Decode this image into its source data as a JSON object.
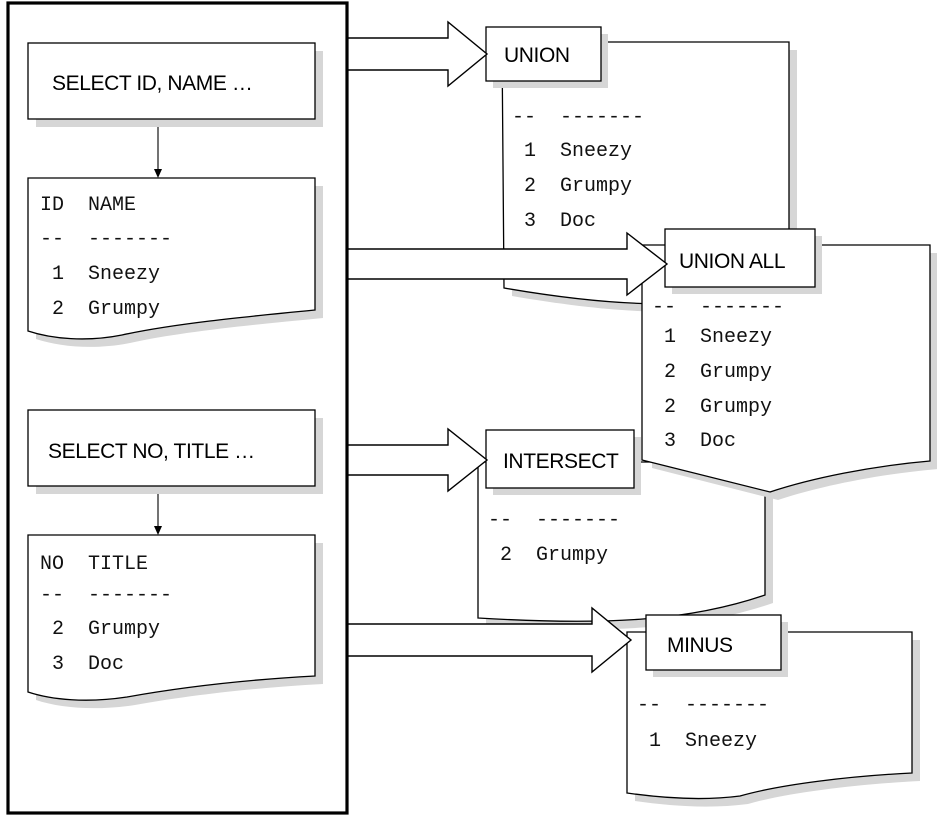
{
  "queries": {
    "query1": {
      "label": "SELECT ID, NAME …"
    },
    "query2": {
      "label": "SELECT NO, TITLE …"
    }
  },
  "tables": {
    "table1": {
      "header": "ID  NAME",
      "separator": "--  -------",
      "rows": [
        " 1  Sneezy",
        " 2  Grumpy"
      ]
    },
    "table2": {
      "header": "NO  TITLE",
      "separator": "--  -------",
      "rows": [
        " 2  Grumpy",
        " 3  Doc"
      ]
    }
  },
  "results": {
    "union": {
      "label": "UNION",
      "separator": "--  -------",
      "rows": [
        " 1  Sneezy",
        " 2  Grumpy",
        " 3  Doc"
      ]
    },
    "union_all": {
      "label": "UNION ALL",
      "separator": "--  -------",
      "rows": [
        " 1  Sneezy",
        " 2  Grumpy",
        " 2  Grumpy",
        " 3  Doc"
      ]
    },
    "intersect": {
      "label": "INTERSECT",
      "separator": "--  -------",
      "rows": [
        " 2  Grumpy"
      ]
    },
    "minus": {
      "label": "MINUS",
      "separator": "--  -------",
      "rows": [
        " 1  Sneezy"
      ]
    }
  }
}
